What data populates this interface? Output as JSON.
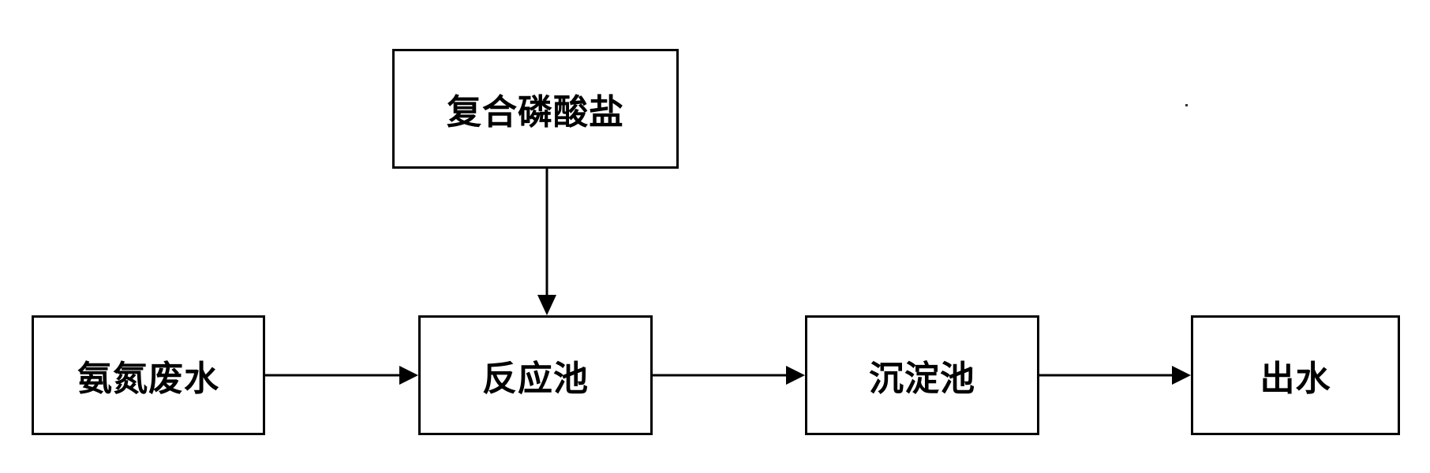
{
  "nodes": {
    "phosphate": "复合磷酸盐",
    "wastewater": "氨氮废水",
    "reactor": "反应池",
    "settler": "沉淀池",
    "outlet": "出水"
  },
  "edges": [
    {
      "from": "phosphate",
      "to": "reactor"
    },
    {
      "from": "wastewater",
      "to": "reactor"
    },
    {
      "from": "reactor",
      "to": "settler"
    },
    {
      "from": "settler",
      "to": "outlet"
    }
  ]
}
